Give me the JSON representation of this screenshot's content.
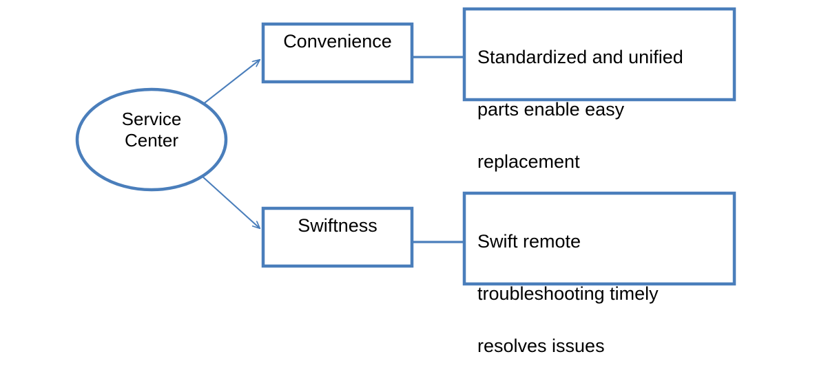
{
  "diagram": {
    "type": "radial-branch-flowchart",
    "background_color": "#ffffff",
    "shape_border_color": "#4A7EBB",
    "shape_fill_color": "#ffffff",
    "connector_color": "#4A7EBB",
    "arrow_color": "#4A7EBB",
    "text_color": "#000000",
    "root": {
      "id": "service-center",
      "shape": "ellipse",
      "label": "Service\nCenter",
      "label_line_1": "Service",
      "label_line_2": "Center"
    },
    "branches": [
      {
        "id": "convenience",
        "category_label": "Convenience",
        "detail_label": "Standardized and unified parts enable easy replacement",
        "detail_lines": [
          "Standardized and unified",
          "parts enable easy",
          "replacement"
        ]
      },
      {
        "id": "swiftness",
        "category_label": "Swiftness",
        "detail_label": "Swift remote troubleshooting timely resolves issues",
        "detail_lines": [
          "Swift remote",
          "troubleshooting timely",
          "resolves issues"
        ]
      }
    ]
  }
}
